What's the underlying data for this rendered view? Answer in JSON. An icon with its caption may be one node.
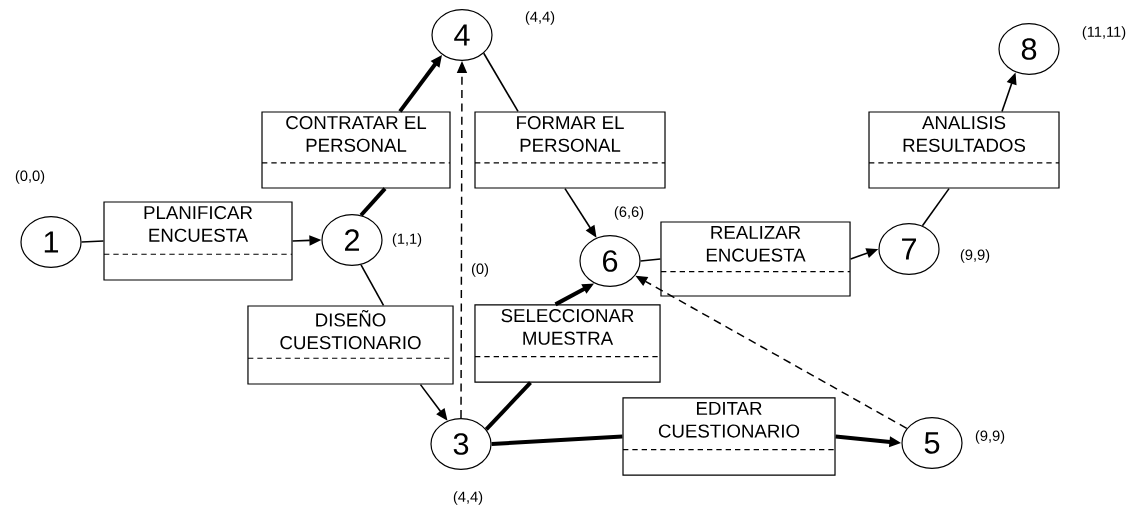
{
  "diagram": {
    "nodes": [
      {
        "text": [
          "1"
        ],
        "beside": [
          "(0,0)"
        ]
      },
      {
        "text": [
          "2"
        ],
        "beside": [
          "(1,1)"
        ]
      },
      {
        "text": [
          "3"
        ],
        "beside": [
          "(4,4)"
        ]
      },
      {
        "text": [
          "4"
        ],
        "beside": [
          "(4,4)"
        ]
      },
      {
        "text": [
          "5"
        ],
        "beside": [
          "(9,9)"
        ]
      },
      {
        "text": [
          "6"
        ],
        "beside": [
          "(6,6)"
        ]
      },
      {
        "text": [
          "7"
        ],
        "beside": [
          "(9,9)"
        ]
      },
      {
        "text": [
          "8"
        ],
        "beside": [
          "(11,11)"
        ]
      },
      {
        "text": [
          "PLANIFICAR ENCUESTA"
        ]
      },
      {
        "text": [
          "CONTRATAR EL PERSONAL"
        ]
      },
      {
        "text": [
          "DISEÑO CUESTIONARIO"
        ]
      },
      {
        "text": [
          "FORMAR EL PERSONAL"
        ]
      },
      {
        "text": [
          "SELECCIONAR MUESTRA"
        ]
      },
      {
        "text": [
          "EDITAR CUESTIONARIO"
        ]
      },
      {
        "text": [
          "REALIZAR ENCUESTA"
        ]
      },
      {
        "text": [
          "ANALISIS RESULTADOS"
        ]
      }
    ],
    "edges": [
      {
        "from": 0,
        "to": 8,
        "arrow": "none"
      },
      {
        "from": 8,
        "to": 1,
        "arrow": "to"
      },
      {
        "from": 1,
        "to": 9,
        "arrow": "none",
        "style": "thick"
      },
      {
        "from": 9,
        "to": 3,
        "arrow": "to",
        "style": "thick"
      },
      {
        "from": 1,
        "to": 10,
        "arrow": "none"
      },
      {
        "from": 10,
        "to": 2,
        "arrow": "to"
      },
      {
        "from": 3,
        "to": 11,
        "arrow": "none"
      },
      {
        "from": 11,
        "to": 5,
        "arrow": "to"
      },
      {
        "from": 2,
        "to": 12,
        "arrow": "none",
        "style": "thick"
      },
      {
        "from": 12,
        "to": 5,
        "arrow": "to",
        "style": "thick"
      },
      {
        "from": 2,
        "to": 13,
        "arrow": "none",
        "style": "thick"
      },
      {
        "from": 13,
        "to": 4,
        "arrow": "to",
        "style": "thick"
      },
      {
        "from": 5,
        "to": 14,
        "arrow": "none"
      },
      {
        "from": 14,
        "to": 6,
        "arrow": "to"
      },
      {
        "from": 6,
        "to": 15,
        "arrow": "none"
      },
      {
        "from": 15,
        "to": 7,
        "arrow": "to"
      },
      {
        "from": 2,
        "to": 3,
        "arrow": "to",
        "style": "dashed",
        "label": "(0)"
      },
      {
        "from": 4,
        "to": 5,
        "arrow": "to",
        "style": "dashed"
      }
    ]
  }
}
